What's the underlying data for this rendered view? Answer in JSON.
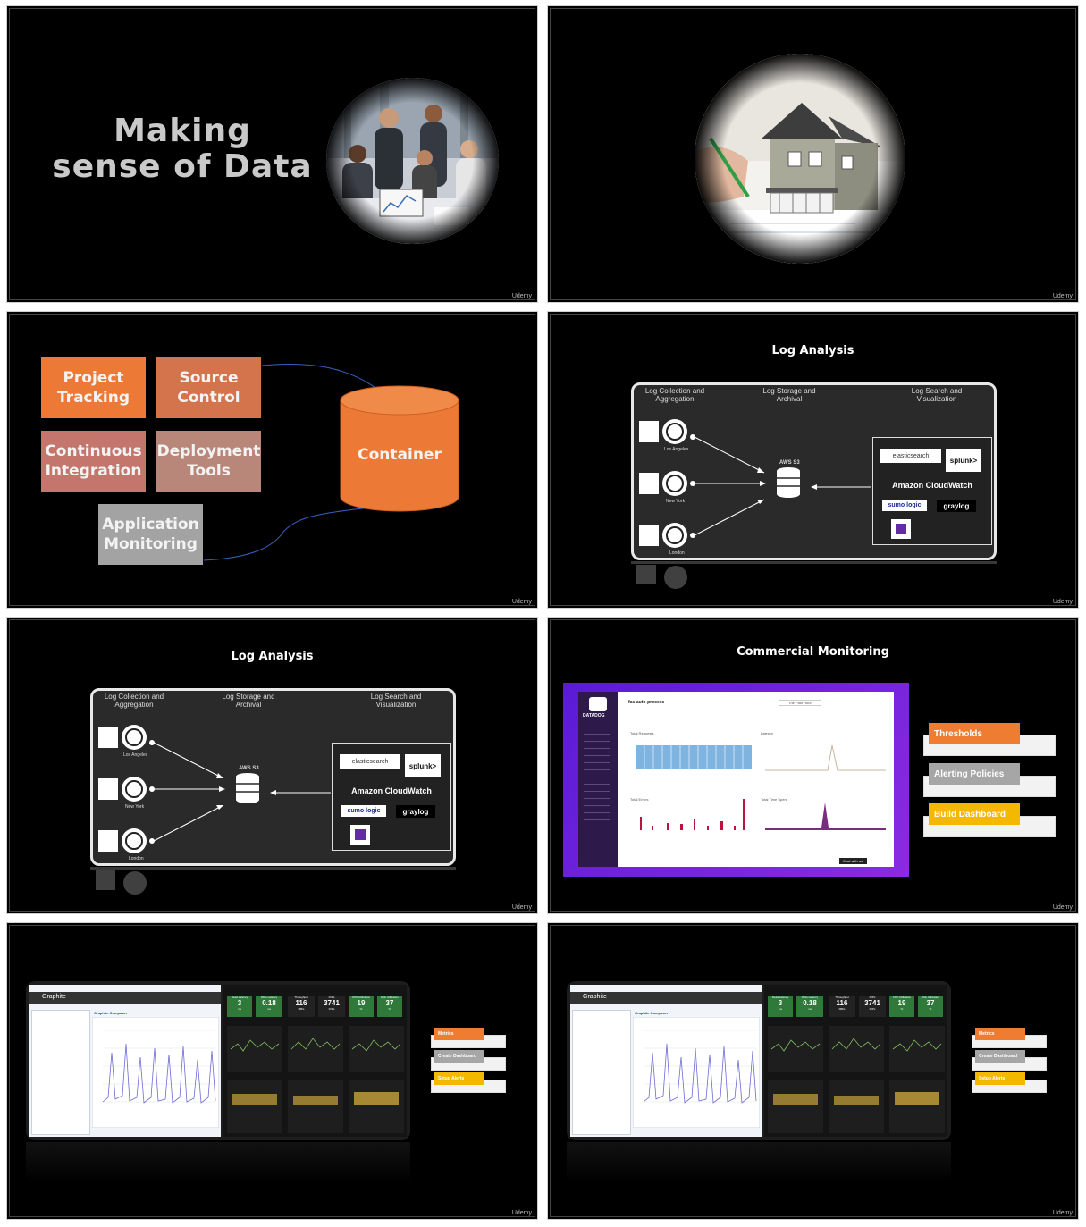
{
  "watermark": "Udemy",
  "slide1": {
    "title_line1": "Making",
    "title_line2": "sense of Data"
  },
  "slide3": {
    "boxes": [
      "Project Tracking",
      "Source Control",
      "Continuous Integration",
      "Deployment Tools",
      "Application Monitoring"
    ],
    "container_label": "Container"
  },
  "log_analysis": {
    "title": "Log Analysis",
    "col1": "Log Collection and Aggregation",
    "col2": "Log Storage and Archival",
    "col3": "Log Search and Visualization",
    "storage": "AWS S3",
    "nodes": [
      "Los Angeles",
      "New York",
      "London"
    ],
    "tools": {
      "elastic": "elasticsearch",
      "splunk": "splunk>",
      "cloudwatch": "Amazon CloudWatch",
      "sumo": "sumo logic",
      "graylog": "graylog"
    }
  },
  "commercial": {
    "title": "Commercial Monitoring",
    "tags": [
      "Thresholds",
      "Alerting Policies",
      "Build Dashboard"
    ],
    "colors": {
      "orange": "#ee7d31",
      "gray": "#a6a6a6",
      "yellow": "#f5b800",
      "purple": "#7a1fe0"
    },
    "datadog": {
      "brand": "DATADOG",
      "service": "fas-auto-process",
      "time": "The Past Hour",
      "panel1": "Total Requests",
      "panel2": "Latency",
      "panel3": "Total Errors",
      "panel4": "Total Time Spent",
      "chat": "Chat with us!"
    }
  },
  "graphite": {
    "app": "Graphite",
    "composer": "Graphite Composer",
    "tiles": [
      {
        "value": "3",
        "unit": "ms",
        "label": "Read Latency"
      },
      {
        "value": "0.18",
        "unit": "ms",
        "label": "Write Latency"
      },
      {
        "value": "116",
        "unit": "MB/s",
        "label": "Throughput"
      },
      {
        "value": "3741",
        "unit": "IOPs",
        "label": "IOPs"
      },
      {
        "value": "19",
        "unit": "%",
        "label": "CPU Utilization"
      },
      {
        "value": "37",
        "unit": "%",
        "label": "Disk Utilization"
      }
    ],
    "tags": [
      "Metrics",
      "Create Dashboard",
      "Setup Alerts"
    ]
  }
}
